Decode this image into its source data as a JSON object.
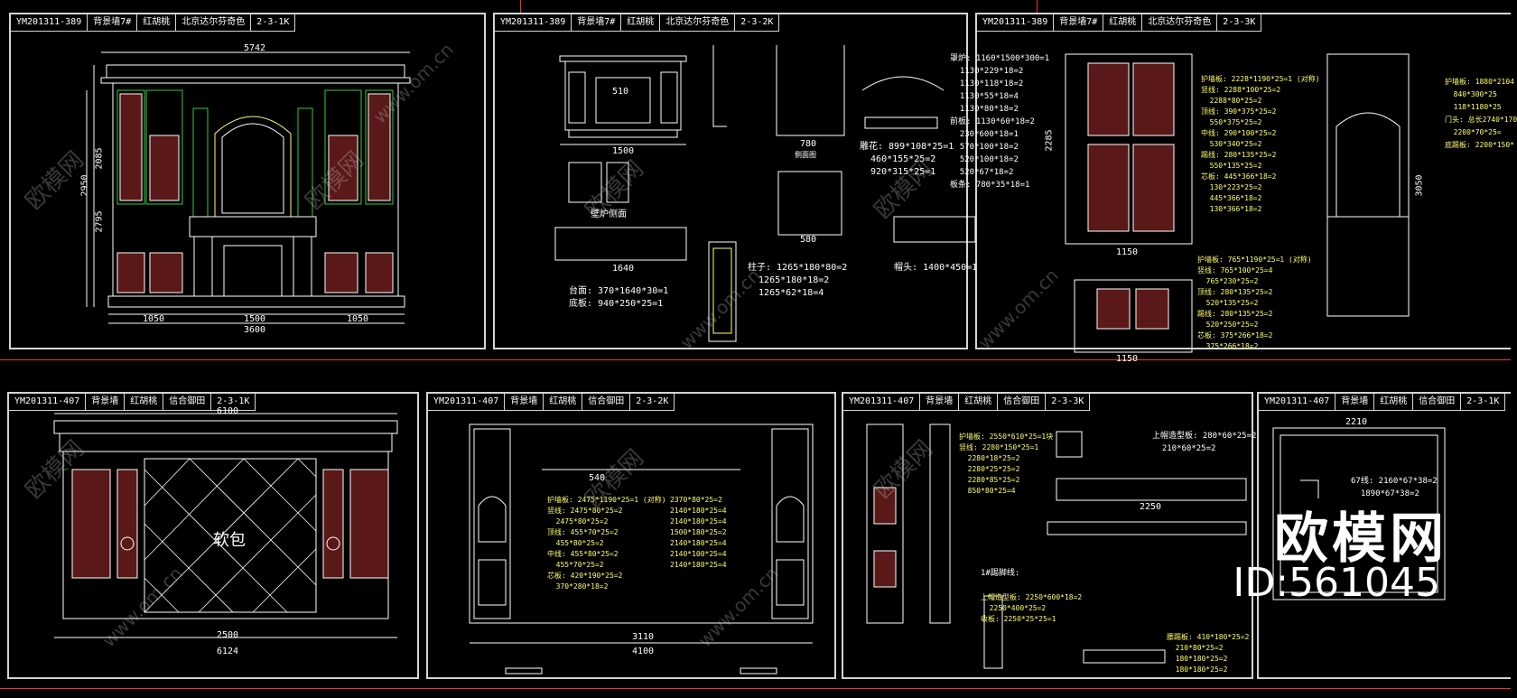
{
  "sheets": [
    {
      "code": "YM201311-389",
      "type": "背景墙7#",
      "wood": "红胡桃",
      "client": "北京达尔芬奇色",
      "num": "2-3-1K"
    },
    {
      "code": "YM201311-389",
      "type": "背景墙7#",
      "wood": "红胡桃",
      "client": "北京达尔芬奇色",
      "num": "2-3-2K"
    },
    {
      "code": "YM201311-389",
      "type": "背景墙7#",
      "wood": "红胡桃",
      "client": "北京达尔芬奇色",
      "num": "2-3-3K"
    },
    {
      "code": "YM201311-407",
      "type": "背景墙",
      "wood": "红胡桃",
      "client": "信合御田",
      "num": "2-3-1K"
    },
    {
      "code": "YM201311-407",
      "type": "背景墙",
      "wood": "红胡桃",
      "client": "信合御田",
      "num": "2-3-2K"
    },
    {
      "code": "YM201311-407",
      "type": "背景墙",
      "wood": "红胡桃",
      "client": "信合御田",
      "num": "2-3-3K"
    },
    {
      "code": "YM201311-407",
      "type": "背景墙",
      "wood": "红胡桃",
      "client": "信合御田",
      "num": "2-3-1K"
    }
  ],
  "dims": {
    "s1_top": "5742",
    "s1_bottom": "3600",
    "s1_b1": "1050",
    "s1_b2": "1500",
    "s1_b3": "1050",
    "s1_h1": "2950",
    "s1_h2": "2085",
    "s1_h3": "2795",
    "s2_width": "1500",
    "s2_base": "1640",
    "s2_slab": "780",
    "s2_slab2": "580",
    "s3_w1": "1150",
    "s3_w2": "1150",
    "s3_h": "2285",
    "s3_h2": "3050",
    "s4_top": "6100",
    "s4_bottom": "6124",
    "s4_mid": "2500",
    "s5_mid": "3110",
    "s5_total": "4100",
    "s6_w": "2250",
    "s7_w": "2210"
  },
  "specs": {
    "s2_main": "罩炉: 1160*1500*300=1\n  1130*229*18=2\n  1130*118*18=2\n  1130*55*18=4\n  1130*80*18=2\n前板: 1130*60*18=2\n  230*600*18=1\n  570*100*18=2\n  520*100*18=2\n  520*67*18=2\n板条: 780*35*18=1",
    "s2_carving": "雕花: 899*108*25=1\n  460*155*25=2\n  920*315*25=1",
    "s2_column": "柱子: 1265*180*80=2\n  1265*180*18=2\n  1265*62*18=4",
    "s2_counter": "台面: 370*1640*30=1\n底板: 940*250*25=1",
    "s2_head": "帽头: 1400*450=1",
    "s2_label_side": "壁炉侧面",
    "s3_upper": "护墙板: 2228*1190*25=1 (对称)\n竖线: 2288*100*25=2\n  2288*80*25=2\n顶线: 390*375*25=2\n  550*375*25=2\n中线: 290*100*25=2\n  530*340*25=2\n踢线: 280*135*25=2\n  550*135*25=2\n芯板: 445*366*18=2\n  130*223*25=2\n  445*366*18=2\n  130*366*18=2",
    "s3_lower": "护墙板: 765*1190*25=1 (对称)\n竖线: 765*100*25=4\n  765*230*25=2\n顶线: 280*135*25=2\n  520*135*25=2\n踢线: 280*135*25=2\n  520*250*25=2\n芯板: 375*266*18=2\n  375*266*18=2",
    "s3_right": "护墙板: 1880*2104\n  840*300*25\n  118*1180*25\n门头: 总长2740*170\n  2200*70*25=\n底踢板: 2200*150*",
    "s5_left": "护墙板: 2475*1190*25=1 (对称)\n竖线: 2475*80*25=2\n  2475*80*25=2\n顶线: 455*70*25=2\n  455*80*25=2\n中线: 455*80*25=2\n  455*70*25=2\n芯板: 420*190*25=2\n  370*280*18=2",
    "s5_right": "2370*80*25=2\n2140*180*25=4\n2140*180*25=4\n1500*180*25=2\n2140*180*25=4\n2140*100*25=4\n2140*180*25=4",
    "s6_top": "上帽造型板: 280*60*25=2\n  210*60*25=2",
    "s6_left": "护墙板: 2550*610*25=1块\n竖线: 2280*150*25=1\n  2280*18*25=2\n  2280*25*25=2\n  2280*85*25=2\n  850*80*25=4",
    "s6_bottom": "上帽造型板: 2250*600*18=2\n  2250*400*25=2\n收板: 2250*25*25=1",
    "s6_label": "1#踢脚线:",
    "s6_corner": "腰踢板: 410*180*25=2\n  210*80*25=2\n  180*180*25=2\n  180*180*25=2",
    "s7_line": "67线: 2160*67*38=2\n  1890*67*38=2"
  },
  "labels": {
    "soft_pack": "软包",
    "s2_dim_center": "510",
    "s2_side": "侧面图",
    "s5_center": "540"
  },
  "watermark": "欧模网",
  "watermark_url": "www.om.cn",
  "brand": {
    "name": "欧模网",
    "id": "ID:561045"
  },
  "colors": {
    "frame": "#d4d4d4",
    "red": "#e33",
    "yellow": "#ff6",
    "green": "#3c3",
    "panel": "#5a1818"
  }
}
